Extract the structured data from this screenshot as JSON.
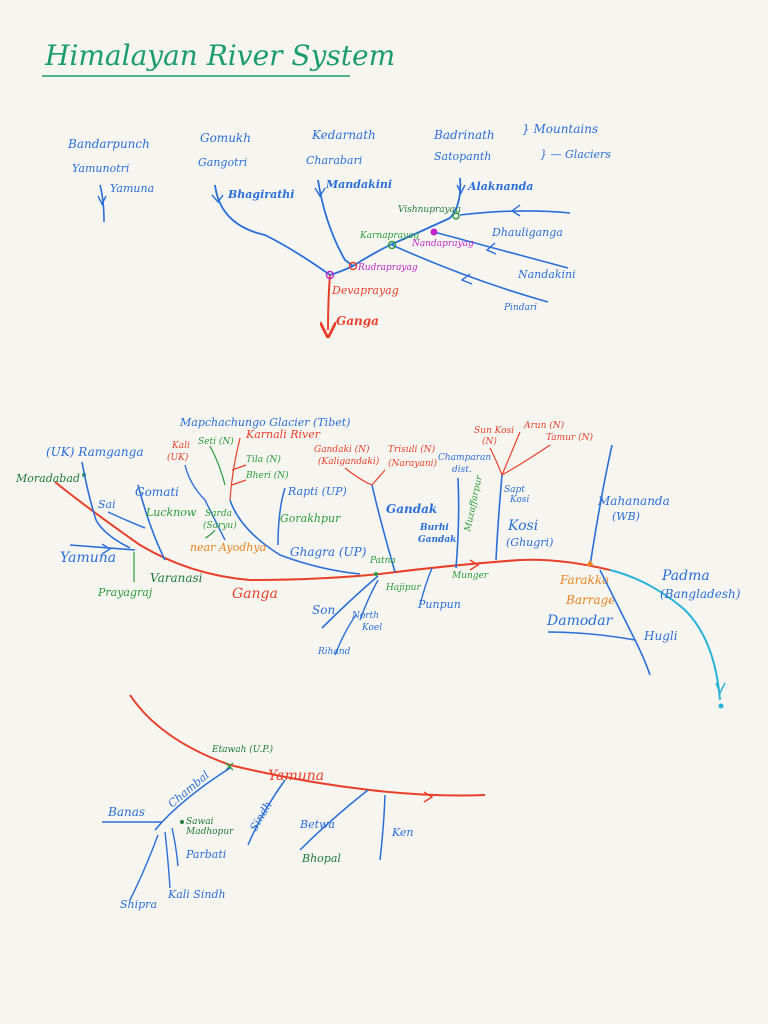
{
  "title": "Himalayan River System",
  "colors": {
    "title": "#1a9c6e",
    "river": "#2a6fd8",
    "ganga": "#e8402a",
    "confluence": "#2a9c3a",
    "magenta": "#c026c9",
    "orange": "#e8841e",
    "padma": "#29b3d9",
    "dark_green": "#1f7a3a"
  },
  "upper": {
    "header_row1": [
      "Bandarpunch",
      "Gomukh",
      "Kedarnath",
      "Badrinath"
    ],
    "header_row1_note": "} Mountains",
    "header_row2": [
      "Yamunotri",
      "Gangotri",
      "Charabari",
      "Satopanth"
    ],
    "header_row2_note": "} — Glaciers",
    "rivers": {
      "yamuna": "Yamuna",
      "bhagirathi": "Bhagirathi",
      "mandakini": "Mandakini",
      "alaknanda": "Alaknanda",
      "dhauliganga": "Dhauliganga",
      "nandakini": "Nandakini",
      "pindari": "Pindari",
      "ganga": "Ganga"
    },
    "prayags": {
      "vishnu": "Vishnuprayag",
      "karna": "Karnaprayag",
      "nanda": "Nandaprayag",
      "rudra": "Rudraprayag",
      "deva": "Devaprayag"
    }
  },
  "middle": {
    "moradabad": "Moradabad",
    "ramganga": "(UK) Ramganga",
    "sai": "Sai",
    "gomati": "Gomati",
    "lucknow": "Lucknow",
    "yamuna": "Yamuna",
    "prayagraj": "Prayagraj",
    "varanasi": "Varanasi",
    "ganga": "Ganga",
    "mapcha": "Mapchachungo Glacier (Tibet)",
    "kali": "Kali",
    "kali_uk": "(UK)",
    "seti": "Seti (N)",
    "karnali": "Karnali River",
    "tila": "Tila (N)",
    "bheri": "Bheri (N)",
    "sarda": "Sarda",
    "saryu": "(Saryu)",
    "ayodhya": "near Ayodhya",
    "rapti": "Rapti (UP)",
    "gorakhpur": "Gorakhpur",
    "ghagra": "Ghagra (UP)",
    "gandaki": "Gandaki (N)",
    "kaligandaki": "(Kaligandaki)",
    "trisuli": "Trisuli (N)",
    "narayani": "(Narayani)",
    "gandak": "Gandak",
    "patna": "Patna",
    "champaran": "Champaran",
    "dist": "dist.",
    "muzaffarpur": "Muzaffarpur",
    "burhi": "Burhi",
    "gandak2": "Gandak",
    "hajipur": "Hajipur",
    "punpun": "Punpun",
    "munger": "Munger",
    "son": "Son",
    "north": "North",
    "koel": "Koel",
    "rihand": "Rihand",
    "sunkosi": "Sun Kosi",
    "sunkosi_n": "(N)",
    "arun": "Arun (N)",
    "tamur": "Tamur (N)",
    "sapt": "Sapt",
    "kosi_s": "Kosi",
    "kosi": "Kosi",
    "ghugri": "(Ghugri)",
    "mahananda": "Mahananda",
    "wb": "(WB)",
    "farakka": "Farakka",
    "barrage": "Barrage",
    "padma": "Padma",
    "bangladesh": "(Bangladesh)",
    "damodar": "Damodar",
    "hugli": "Hugli"
  },
  "lower": {
    "etawah": "Etawah (U.P.)",
    "yamuna": "Yamuna",
    "banas": "Banas",
    "chambal": "Chambal",
    "sawai": "Sawai",
    "madhopur": "Madhopur",
    "parbati": "Parbati",
    "sindh": "Sindh",
    "betwa": "Betwa",
    "ken": "Ken",
    "bhopal": "Bhopal",
    "shipra": "Shipra",
    "kalisindh": "Kali Sindh"
  }
}
